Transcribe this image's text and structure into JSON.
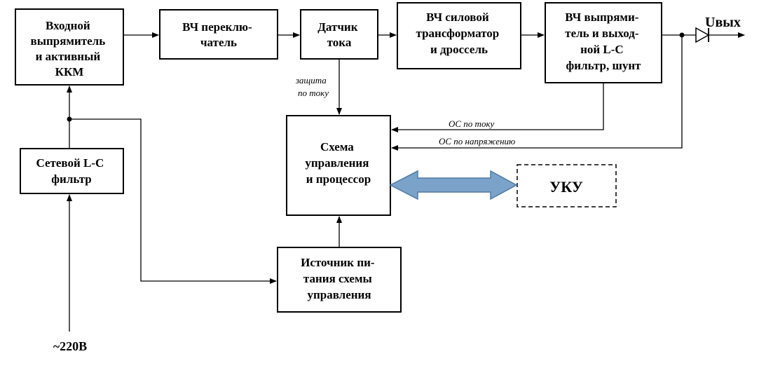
{
  "blocks": {
    "input_rectifier": [
      "Входной",
      "выпрямитель",
      "и активный",
      "ККМ"
    ],
    "hf_switch": [
      "ВЧ переклю-",
      "чатель"
    ],
    "current_sensor": [
      "Датчик",
      "тока"
    ],
    "power_transformer": [
      "ВЧ силовой",
      "трансформатор",
      "и дроссель"
    ],
    "output_rectifier": [
      "ВЧ выпрями-",
      "тель и выход-",
      "ной L-C",
      "фильтр, шунт"
    ],
    "mains_filter": [
      "Сетевой L-C",
      "фильтр"
    ],
    "control": [
      "Схема",
      "управления",
      "и процессор"
    ],
    "control_power": [
      "Источник пи-",
      "тания схемы",
      "управления"
    ],
    "uku": "УКУ"
  },
  "labels": {
    "protection": [
      "защита",
      "по току"
    ],
    "current_feedback": "ОС по току",
    "voltage_feedback": "ОС по напряжению",
    "output_voltage": "Uвых",
    "input_voltage": "~220В"
  },
  "colors": {
    "bidirectional_arrow": "#7ba3c9",
    "bidirectional_arrow_stroke": "#4f7aa6"
  }
}
